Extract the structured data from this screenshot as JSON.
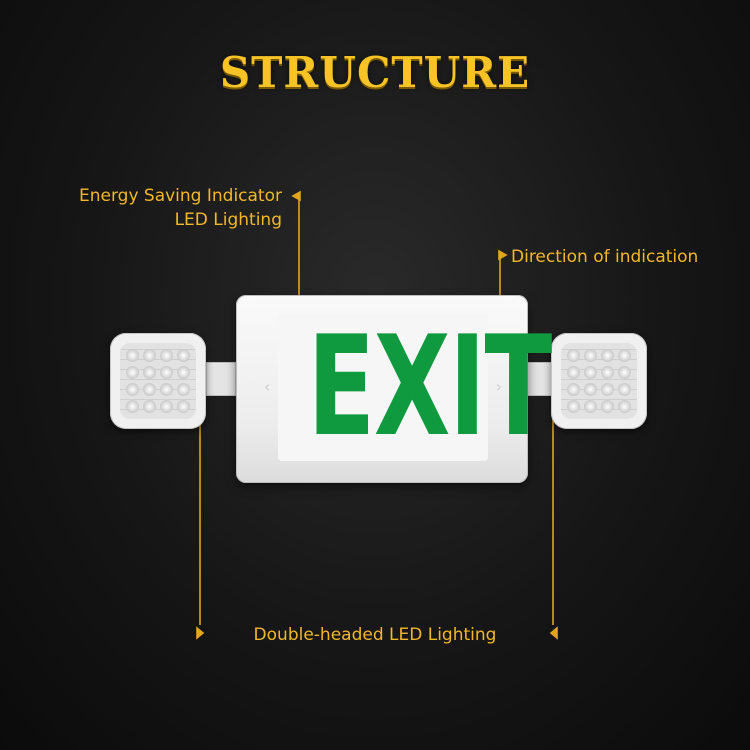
{
  "title": "STRUCTURE",
  "callouts": {
    "energy_line1": "Energy Saving Indicator",
    "energy_line2": "LED Lighting",
    "direction": "Direction of indication",
    "double_head": "Double-headed LED Lighting"
  },
  "sign": {
    "text": "EXIT",
    "text_color": "#0f9a3f"
  },
  "colors": {
    "accent": "#f4b728",
    "title": "#f7c325"
  }
}
